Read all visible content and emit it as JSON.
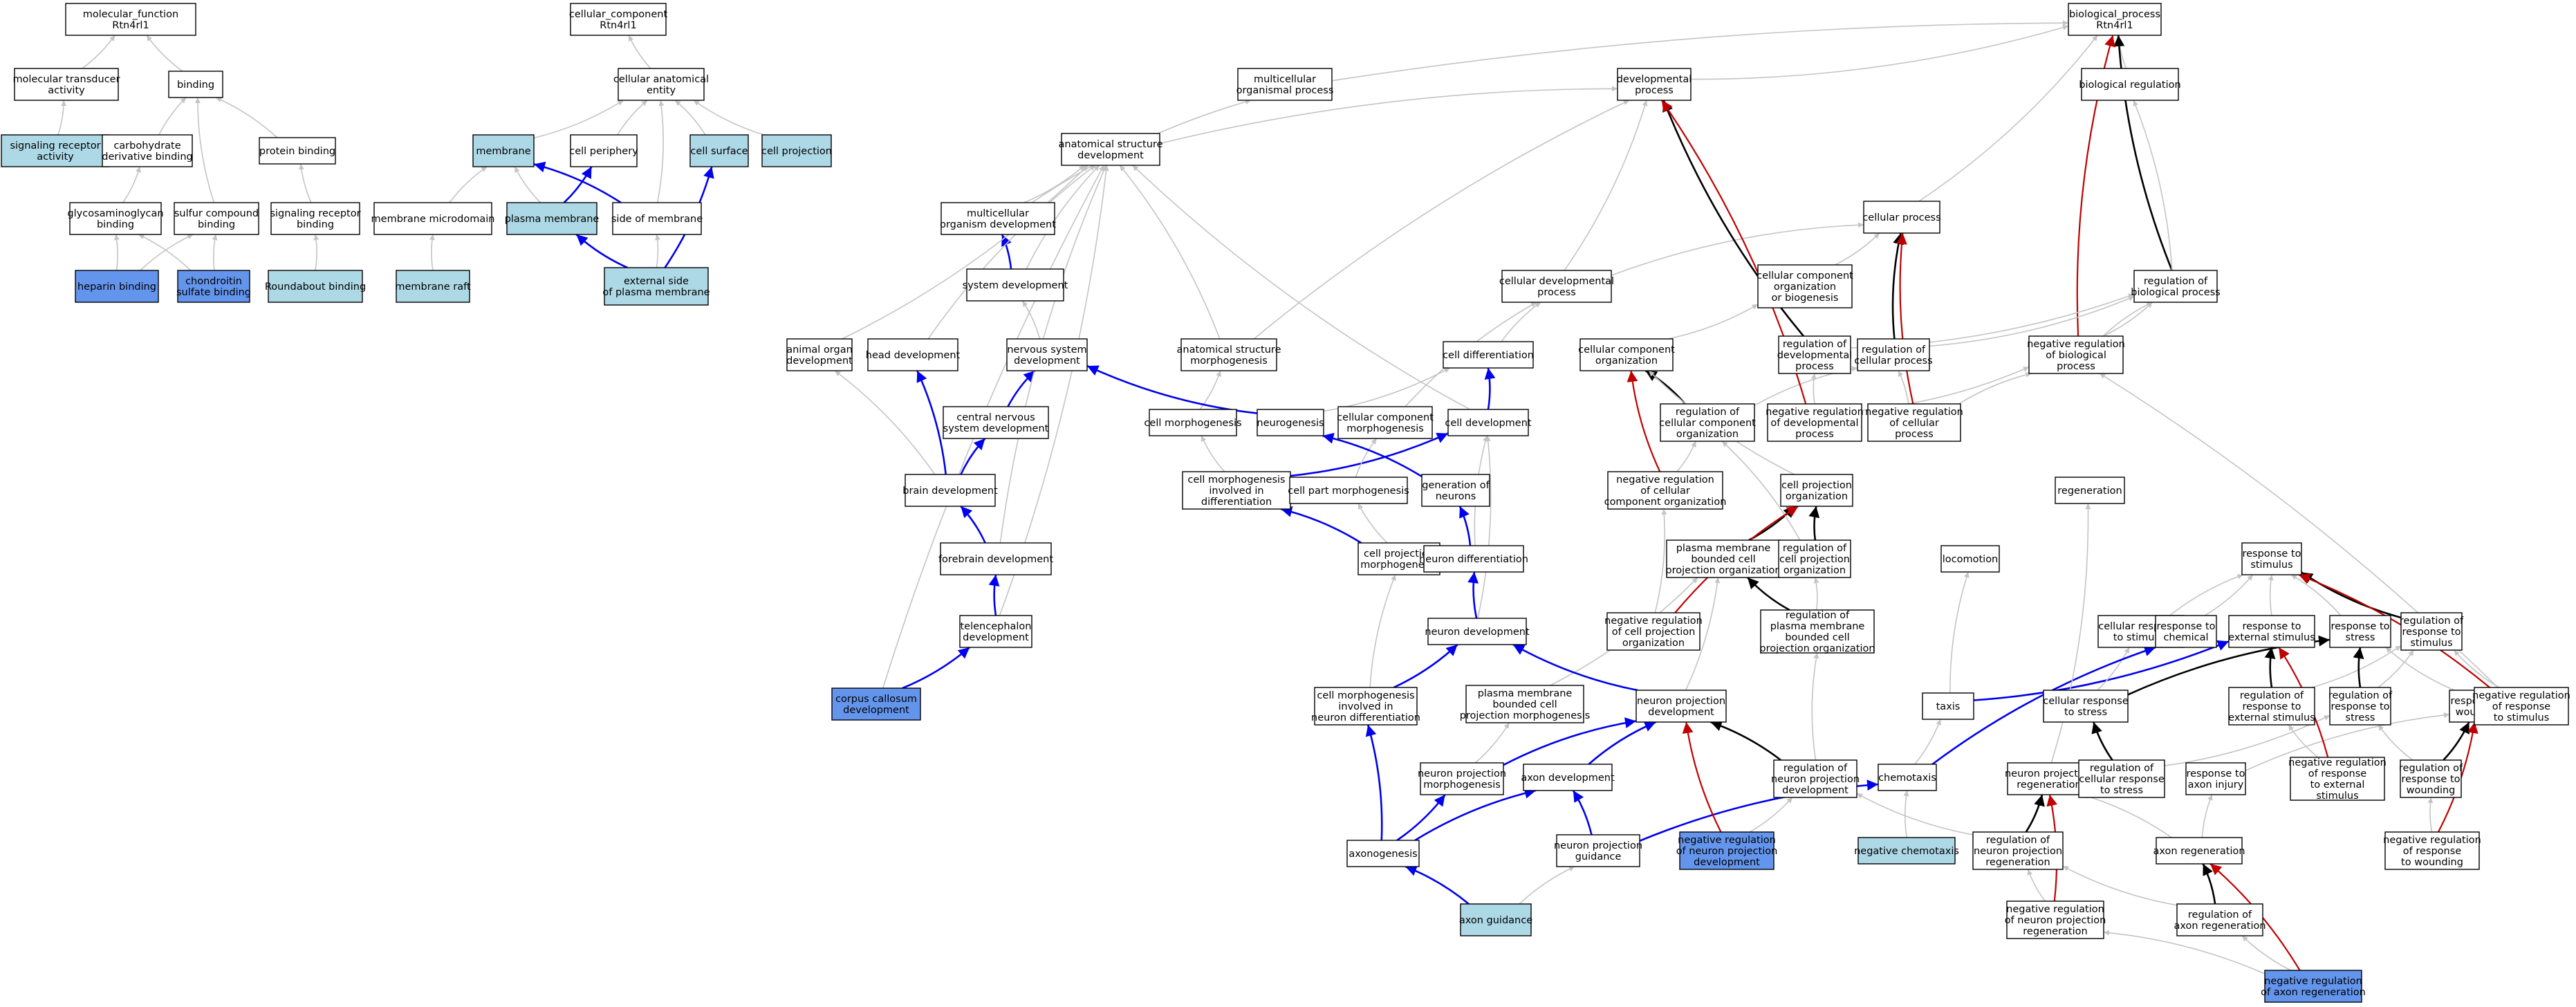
{
  "colors": {
    "plain": "#ffffff",
    "light": "#add8e6",
    "medium": "#6495ed",
    "edge_gray": "#c4c4c4",
    "edge_black": "#000000",
    "edge_blue": "#0000ee",
    "edge_red": "#c00000"
  },
  "nodes": [
    {
      "id": "mf",
      "label": "molecular_function\nRtn4rl1",
      "style": "plain"
    },
    {
      "id": "cc",
      "label": "cellular_component\nRtn4rl1",
      "style": "plain"
    },
    {
      "id": "bp",
      "label": "biological_process\nRtn4rl1",
      "style": "plain"
    },
    {
      "id": "mta",
      "label": "molecular transducer\nactivity",
      "style": "plain"
    },
    {
      "id": "binding",
      "label": "binding",
      "style": "plain"
    },
    {
      "id": "sra",
      "label": "signaling receptor\nactivity",
      "style": "light"
    },
    {
      "id": "cdb",
      "label": "carbohydrate\nderivative binding",
      "style": "plain"
    },
    {
      "id": "pb",
      "label": "protein binding",
      "style": "plain"
    },
    {
      "id": "gagb",
      "label": "glycosaminoglycan\nbinding",
      "style": "plain"
    },
    {
      "id": "scb",
      "label": "sulfur compound\nbinding",
      "style": "plain"
    },
    {
      "id": "srb",
      "label": "signaling receptor\nbinding",
      "style": "plain"
    },
    {
      "id": "hb",
      "label": "heparin binding",
      "style": "medium"
    },
    {
      "id": "csb",
      "label": "chondroitin\nsulfate binding",
      "style": "medium"
    },
    {
      "id": "robo",
      "label": "Roundabout binding",
      "style": "light"
    },
    {
      "id": "cae",
      "label": "cellular anatomical\nentity",
      "style": "plain"
    },
    {
      "id": "mem",
      "label": "membrane",
      "style": "light"
    },
    {
      "id": "cper",
      "label": "cell periphery",
      "style": "plain"
    },
    {
      "id": "csurf",
      "label": "cell surface",
      "style": "light"
    },
    {
      "id": "cproj",
      "label": "cell projection",
      "style": "light"
    },
    {
      "id": "pmem",
      "label": "plasma membrane",
      "style": "light"
    },
    {
      "id": "mmd",
      "label": "membrane microdomain",
      "style": "plain"
    },
    {
      "id": "som",
      "label": "side of membrane",
      "style": "plain"
    },
    {
      "id": "mraft",
      "label": "membrane raft",
      "style": "light"
    },
    {
      "id": "espm",
      "label": "external side\nof plasma membrane",
      "style": "light"
    },
    {
      "id": "mop",
      "label": "multicellular\norganismal process",
      "style": "plain"
    },
    {
      "id": "devp",
      "label": "developmental\nprocess",
      "style": "plain"
    },
    {
      "id": "bioreg",
      "label": "biological regulation",
      "style": "plain"
    },
    {
      "id": "asd",
      "label": "anatomical structure\ndevelopment",
      "style": "plain"
    },
    {
      "id": "mod",
      "label": "multicellular\norganism development",
      "style": "plain"
    },
    {
      "id": "cellp",
      "label": "cellular process",
      "style": "plain"
    },
    {
      "id": "sysd",
      "label": "system development",
      "style": "plain"
    },
    {
      "id": "ccob",
      "label": "cellular component\norganization\nor biogenesis",
      "style": "plain"
    },
    {
      "id": "cdevp",
      "label": "cellular developmental\nprocess",
      "style": "plain"
    },
    {
      "id": "rbp",
      "label": "regulation of\nbiological process",
      "style": "plain"
    },
    {
      "id": "aod",
      "label": "animal organ\ndevelopment",
      "style": "plain"
    },
    {
      "id": "hd",
      "label": "head development",
      "style": "plain"
    },
    {
      "id": "nsd",
      "label": "nervous system\ndevelopment",
      "style": "plain"
    },
    {
      "id": "asm",
      "label": "anatomical structure\nmorphogenesis",
      "style": "plain"
    },
    {
      "id": "cdiff",
      "label": "cell differentiation",
      "style": "plain"
    },
    {
      "id": "cco",
      "label": "cellular component\norganization",
      "style": "plain"
    },
    {
      "id": "rdp",
      "label": "regulation of\ndevelopmental\nprocess",
      "style": "plain"
    },
    {
      "id": "rcp",
      "label": "regulation of\ncellular process",
      "style": "plain"
    },
    {
      "id": "nrbp",
      "label": "negative regulation\nof biological\nprocess",
      "style": "plain"
    },
    {
      "id": "cnsd",
      "label": "central nervous\nsystem development",
      "style": "plain"
    },
    {
      "id": "cmorph",
      "label": "cell morphogenesis",
      "style": "plain"
    },
    {
      "id": "neurog",
      "label": "neurogenesis",
      "style": "plain"
    },
    {
      "id": "ccm",
      "label": "cellular component\nmorphogenesis",
      "style": "plain"
    },
    {
      "id": "cdev",
      "label": "cell development",
      "style": "plain"
    },
    {
      "id": "rcco",
      "label": "regulation of\ncellular component\norganization",
      "style": "plain"
    },
    {
      "id": "nrdp",
      "label": "negative regulation\nof developmental\nprocess",
      "style": "plain"
    },
    {
      "id": "nrcp",
      "label": "negative regulation\nof cellular\nprocess",
      "style": "plain"
    },
    {
      "id": "bd",
      "label": "brain development",
      "style": "plain"
    },
    {
      "id": "cmid",
      "label": "cell morphogenesis\ninvolved in\ndifferentiation",
      "style": "plain"
    },
    {
      "id": "cpm",
      "label": "cell part morphogenesis",
      "style": "plain"
    },
    {
      "id": "gon",
      "label": "generation of\nneurons",
      "style": "plain"
    },
    {
      "id": "nrcco",
      "label": "negative regulation\nof cellular\ncomponent organization",
      "style": "plain"
    },
    {
      "id": "cpo",
      "label": "cell projection\norganization",
      "style": "plain"
    },
    {
      "id": "regen",
      "label": "regeneration",
      "style": "plain"
    },
    {
      "id": "fd",
      "label": "forebrain development",
      "style": "plain"
    },
    {
      "id": "cpmorph",
      "label": "cell projection\nmorphogenesis",
      "style": "plain"
    },
    {
      "id": "ndiff",
      "label": "neuron differentiation",
      "style": "plain"
    },
    {
      "id": "pmbcpo",
      "label": "plasma membrane\nbounded cell\nprojection organization",
      "style": "plain"
    },
    {
      "id": "rcpo",
      "label": "regulation of\ncell projection\norganization",
      "style": "plain"
    },
    {
      "id": "loco",
      "label": "locomotion",
      "style": "plain"
    },
    {
      "id": "rts",
      "label": "response to\nstimulus",
      "style": "plain"
    },
    {
      "id": "td",
      "label": "telencephalon\ndevelopment",
      "style": "plain"
    },
    {
      "id": "ndev",
      "label": "neuron development",
      "style": "plain"
    },
    {
      "id": "nrcpo",
      "label": "negative regulation\nof cell projection\norganization",
      "style": "plain"
    },
    {
      "id": "rpmbcpo",
      "label": "regulation of\nplasma membrane\nbounded cell\nprojection organization",
      "style": "plain"
    },
    {
      "id": "crts",
      "label": "cellular response\nto stimulus",
      "style": "plain"
    },
    {
      "id": "rtc",
      "label": "response to\nchemical",
      "style": "plain"
    },
    {
      "id": "rtes",
      "label": "response to\nexternal stimulus",
      "style": "plain"
    },
    {
      "id": "rtstress",
      "label": "response to\nstress",
      "style": "plain"
    },
    {
      "id": "rrts",
      "label": "regulation of\nresponse to\nstimulus",
      "style": "plain"
    },
    {
      "id": "ccd",
      "label": "corpus callosum\ndevelopment",
      "style": "medium"
    },
    {
      "id": "cmind",
      "label": "cell morphogenesis\ninvolved in\nneuron differentiation",
      "style": "plain"
    },
    {
      "id": "pmbcpm",
      "label": "plasma membrane\nbounded cell\nprojection morphogenesis",
      "style": "plain"
    },
    {
      "id": "npd",
      "label": "neuron projection\ndevelopment",
      "style": "plain"
    },
    {
      "id": "taxis",
      "label": "taxis",
      "style": "plain"
    },
    {
      "id": "crtstress",
      "label": "cellular response\nto stress",
      "style": "plain"
    },
    {
      "id": "rrtes",
      "label": "regulation of\nresponse to\nexternal stimulus",
      "style": "plain"
    },
    {
      "id": "rrtstress",
      "label": "regulation of\nresponse to\nstress",
      "style": "plain"
    },
    {
      "id": "rtw",
      "label": "response to\nwounding",
      "style": "plain"
    },
    {
      "id": "nrrts",
      "label": "negative regulation\nof response\nto stimulus",
      "style": "plain"
    },
    {
      "id": "npm",
      "label": "neuron projection\nmorphogenesis",
      "style": "plain"
    },
    {
      "id": "axd",
      "label": "axon development",
      "style": "plain"
    },
    {
      "id": "rnpd",
      "label": "regulation of\nneuron projection\ndevelopment",
      "style": "plain"
    },
    {
      "id": "chemo",
      "label": "chemotaxis",
      "style": "plain"
    },
    {
      "id": "npr",
      "label": "neuron projection\nregeneration",
      "style": "plain"
    },
    {
      "id": "rcrts",
      "label": "regulation of\ncellular response\nto stress",
      "style": "plain"
    },
    {
      "id": "rtai",
      "label": "response to\naxon injury",
      "style": "plain"
    },
    {
      "id": "nrrtes",
      "label": "negative regulation\nof response\nto external\nstimulus",
      "style": "plain"
    },
    {
      "id": "rrtw",
      "label": "regulation of\nresponse to\nwounding",
      "style": "plain"
    },
    {
      "id": "axonog",
      "label": "axonogenesis",
      "style": "plain"
    },
    {
      "id": "npg",
      "label": "neuron projection\nguidance",
      "style": "plain"
    },
    {
      "id": "nrnpd",
      "label": "negative regulation\nof neuron projection\ndevelopment",
      "style": "medium"
    },
    {
      "id": "negchemo",
      "label": "negative chemotaxis",
      "style": "light"
    },
    {
      "id": "rnpr",
      "label": "regulation of\nneuron projection\nregeneration",
      "style": "plain"
    },
    {
      "id": "axregen",
      "label": "axon regeneration",
      "style": "plain"
    },
    {
      "id": "nrrtw",
      "label": "negative regulation\nof response\nto wounding",
      "style": "plain"
    },
    {
      "id": "axguid",
      "label": "axon guidance",
      "style": "light"
    },
    {
      "id": "nrnpr",
      "label": "negative regulation\nof neuron projection\nregeneration",
      "style": "plain"
    },
    {
      "id": "rar",
      "label": "regulation of\naxon regeneration",
      "style": "plain"
    },
    {
      "id": "nrar",
      "label": "negative regulation\nof axon regeneration",
      "style": "medium"
    }
  ],
  "edges": [
    [
      "mta",
      "mf",
      "gray"
    ],
    [
      "binding",
      "mf",
      "gray"
    ],
    [
      "sra",
      "mta",
      "gray"
    ],
    [
      "cdb",
      "binding",
      "gray"
    ],
    [
      "pb",
      "binding",
      "gray"
    ],
    [
      "scb",
      "binding",
      "gray"
    ],
    [
      "gagb",
      "cdb",
      "gray"
    ],
    [
      "srb",
      "pb",
      "gray"
    ],
    [
      "hb",
      "gagb",
      "gray"
    ],
    [
      "hb",
      "scb",
      "gray"
    ],
    [
      "csb",
      "gagb",
      "gray"
    ],
    [
      "csb",
      "scb",
      "gray"
    ],
    [
      "robo",
      "srb",
      "gray"
    ],
    [
      "cae",
      "cc",
      "gray"
    ],
    [
      "mem",
      "cae",
      "gray"
    ],
    [
      "cper",
      "cae",
      "gray"
    ],
    [
      "csurf",
      "cae",
      "gray"
    ],
    [
      "cproj",
      "cae",
      "gray"
    ],
    [
      "som",
      "cae",
      "gray"
    ],
    [
      "pmem",
      "mem",
      "gray"
    ],
    [
      "pmem",
      "cper",
      "blue"
    ],
    [
      "mmd",
      "mem",
      "gray"
    ],
    [
      "som",
      "mem",
      "blue"
    ],
    [
      "mraft",
      "mmd",
      "gray"
    ],
    [
      "espm",
      "som",
      "gray"
    ],
    [
      "espm",
      "pmem",
      "blue"
    ],
    [
      "espm",
      "csurf",
      "blue"
    ],
    [
      "mop",
      "bp",
      "gray"
    ],
    [
      "devp",
      "bp",
      "gray"
    ],
    [
      "bioreg",
      "bp",
      "gray"
    ],
    [
      "cellp",
      "bp",
      "gray"
    ],
    [
      "rbp",
      "bp",
      "black"
    ],
    [
      "rbp",
      "bioreg",
      "gray"
    ],
    [
      "nrbp",
      "bp",
      "red"
    ],
    [
      "nrbp",
      "rbp",
      "gray"
    ],
    [
      "asd",
      "devp",
      "gray"
    ],
    [
      "mod",
      "asd",
      "gray"
    ],
    [
      "mod",
      "mop",
      "gray"
    ],
    [
      "sysd",
      "mod",
      "blue"
    ],
    [
      "sysd",
      "asd",
      "gray"
    ],
    [
      "cdevp",
      "devp",
      "gray"
    ],
    [
      "cdevp",
      "cellp",
      "gray"
    ],
    [
      "ccob",
      "cellp",
      "gray"
    ],
    [
      "rdp",
      "devp",
      "black"
    ],
    [
      "rdp",
      "rbp",
      "gray"
    ],
    [
      "rcp",
      "cellp",
      "black"
    ],
    [
      "rcp",
      "rbp",
      "gray"
    ],
    [
      "nrbp",
      "rbp",
      "gray"
    ],
    [
      "aod",
      "asd",
      "gray"
    ],
    [
      "hd",
      "asd",
      "gray"
    ],
    [
      "nsd",
      "sysd",
      "gray"
    ],
    [
      "asm",
      "devp",
      "gray"
    ],
    [
      "asm",
      "asd",
      "gray"
    ],
    [
      "cdiff",
      "cdevp",
      "gray"
    ],
    [
      "cco",
      "ccob",
      "gray"
    ],
    [
      "cnsd",
      "nsd",
      "blue"
    ],
    [
      "cmorph",
      "asm",
      "gray"
    ],
    [
      "neurog",
      "nsd",
      "blue"
    ],
    [
      "neurog",
      "cdiff",
      "gray"
    ],
    [
      "ccm",
      "cdevp",
      "gray"
    ],
    [
      "cdev",
      "cdiff",
      "blue"
    ],
    [
      "cdev",
      "asd",
      "gray"
    ],
    [
      "rcco",
      "cco",
      "black"
    ],
    [
      "rcco",
      "rcp",
      "gray"
    ],
    [
      "nrdp",
      "devp",
      "red"
    ],
    [
      "nrdp",
      "rdp",
      "gray"
    ],
    [
      "nrdp",
      "nrbp",
      "gray"
    ],
    [
      "nrcp",
      "cellp",
      "red"
    ],
    [
      "nrcp",
      "rcp",
      "gray"
    ],
    [
      "nrcp",
      "nrbp",
      "gray"
    ],
    [
      "bd",
      "hd",
      "blue"
    ],
    [
      "bd",
      "cnsd",
      "blue"
    ],
    [
      "bd",
      "aod",
      "gray"
    ],
    [
      "cmid",
      "cmorph",
      "gray"
    ],
    [
      "cmid",
      "cdev",
      "blue"
    ],
    [
      "cpm",
      "ccm",
      "gray"
    ],
    [
      "gon",
      "neurog",
      "blue"
    ],
    [
      "nrcco",
      "cco",
      "red"
    ],
    [
      "nrcco",
      "rcco",
      "gray"
    ],
    [
      "cpo",
      "cco",
      "gray"
    ],
    [
      "fd",
      "bd",
      "blue"
    ],
    [
      "fd",
      "asd",
      "gray"
    ],
    [
      "cpmorph",
      "cmid",
      "blue"
    ],
    [
      "cpmorph",
      "cpm",
      "gray"
    ],
    [
      "ndiff",
      "gon",
      "blue"
    ],
    [
      "ndiff",
      "cdev",
      "gray"
    ],
    [
      "pmbcpo",
      "cpo",
      "black"
    ],
    [
      "rcpo",
      "cpo",
      "black"
    ],
    [
      "rcpo",
      "rcco",
      "gray"
    ],
    [
      "td",
      "fd",
      "blue"
    ],
    [
      "td",
      "asd",
      "gray"
    ],
    [
      "ndev",
      "ndiff",
      "blue"
    ],
    [
      "ndev",
      "cdev",
      "gray"
    ],
    [
      "nrcpo",
      "cpo",
      "red"
    ],
    [
      "nrcpo",
      "nrcco",
      "gray"
    ],
    [
      "rpmbcpo",
      "pmbcpo",
      "black"
    ],
    [
      "rpmbcpo",
      "rcpo",
      "gray"
    ],
    [
      "crts",
      "rts",
      "gray"
    ],
    [
      "rtc",
      "rts",
      "gray"
    ],
    [
      "rtes",
      "rts",
      "gray"
    ],
    [
      "rtstress",
      "rts",
      "gray"
    ],
    [
      "rrts",
      "rts",
      "black"
    ],
    [
      "ccd",
      "td",
      "blue"
    ],
    [
      "ccd",
      "asd",
      "gray"
    ],
    [
      "cmind",
      "ndev",
      "blue"
    ],
    [
      "cmind",
      "cpmorph",
      "gray"
    ],
    [
      "pmbcpm",
      "pmbcpo",
      "gray"
    ],
    [
      "npd",
      "ndev",
      "blue"
    ],
    [
      "npd",
      "pmbcpo",
      "gray"
    ],
    [
      "taxis",
      "loco",
      "gray"
    ],
    [
      "taxis",
      "rtes",
      "blue"
    ],
    [
      "crtstress",
      "rtstress",
      "black"
    ],
    [
      "crtstress",
      "crts",
      "gray"
    ],
    [
      "rrtes",
      "rtes",
      "black"
    ],
    [
      "rrtes",
      "rrts",
      "gray"
    ],
    [
      "rrtstress",
      "rtstress",
      "black"
    ],
    [
      "rrtstress",
      "rrts",
      "gray"
    ],
    [
      "rtw",
      "rtstress",
      "gray"
    ],
    [
      "nrrts",
      "rts",
      "red"
    ],
    [
      "nrrts",
      "rrts",
      "gray"
    ],
    [
      "nrrts",
      "nrbp",
      "gray"
    ],
    [
      "npm",
      "npd",
      "blue"
    ],
    [
      "npm",
      "pmbcpm",
      "gray"
    ],
    [
      "axd",
      "npd",
      "blue"
    ],
    [
      "rnpd",
      "npd",
      "black"
    ],
    [
      "rnpd",
      "rpmbcpo",
      "gray"
    ],
    [
      "chemo",
      "taxis",
      "gray"
    ],
    [
      "chemo",
      "rtc",
      "blue"
    ],
    [
      "npr",
      "regen",
      "gray"
    ],
    [
      "rcrts",
      "crtstress",
      "black"
    ],
    [
      "rcrts",
      "rrtstress",
      "gray"
    ],
    [
      "rtai",
      "rtw",
      "gray"
    ],
    [
      "nrrtes",
      "rtes",
      "red"
    ],
    [
      "nrrtes",
      "rrtes",
      "gray"
    ],
    [
      "rrtw",
      "rtw",
      "black"
    ],
    [
      "rrtw",
      "rrtstress",
      "gray"
    ],
    [
      "axonog",
      "npm",
      "blue"
    ],
    [
      "axonog",
      "axd",
      "blue"
    ],
    [
      "axonog",
      "cmind",
      "blue"
    ],
    [
      "npg",
      "chemo",
      "blue"
    ],
    [
      "npg",
      "axd",
      "blue"
    ],
    [
      "nrnpd",
      "npd",
      "red"
    ],
    [
      "nrnpd",
      "rnpd",
      "gray"
    ],
    [
      "negchemo",
      "chemo",
      "gray"
    ],
    [
      "rnpr",
      "npr",
      "black"
    ],
    [
      "rnpr",
      "rnpd",
      "gray"
    ],
    [
      "axregen",
      "npr",
      "gray"
    ],
    [
      "axregen",
      "rtai",
      "gray"
    ],
    [
      "nrrtw",
      "rtw",
      "red"
    ],
    [
      "nrrtw",
      "rrtw",
      "gray"
    ],
    [
      "axguid",
      "axonog",
      "blue"
    ],
    [
      "axguid",
      "npg",
      "gray"
    ],
    [
      "nrnpr",
      "npr",
      "red"
    ],
    [
      "nrnpr",
      "rnpr",
      "gray"
    ],
    [
      "rar",
      "axregen",
      "black"
    ],
    [
      "rar",
      "rnpr",
      "gray"
    ],
    [
      "nrar",
      "axregen",
      "red"
    ],
    [
      "nrar",
      "rar",
      "gray"
    ],
    [
      "nrar",
      "nrnpr",
      "gray"
    ]
  ]
}
